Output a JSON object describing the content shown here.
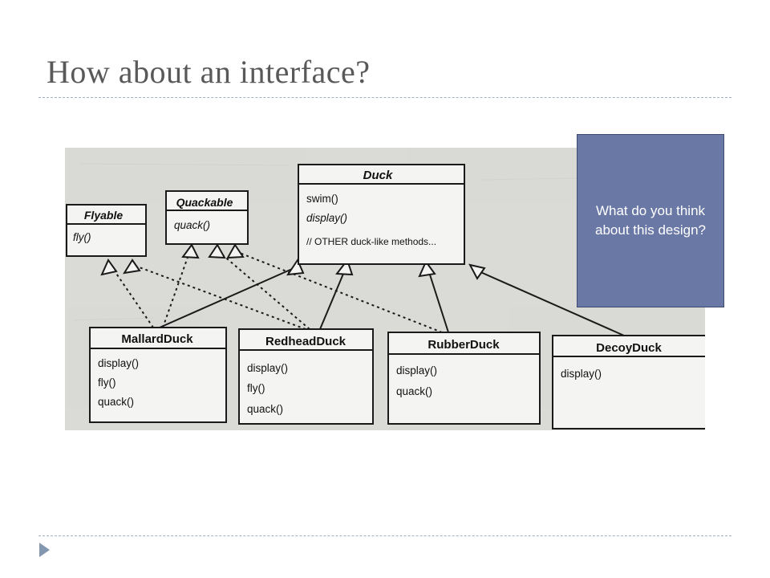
{
  "slide": {
    "title": "How about an interface?",
    "callout": "What do you think about this design?"
  },
  "diagram": {
    "classes": [
      {
        "id": "duck",
        "name": "Duck",
        "italic": true,
        "members": [
          "swim()",
          "display()",
          "// OTHER duck-like methods..."
        ],
        "italic_members": [
          false,
          true,
          false
        ]
      },
      {
        "id": "flyable",
        "name": "Flyable",
        "italic": true,
        "members": [
          "fly()"
        ],
        "italic_members": [
          true
        ]
      },
      {
        "id": "quackable",
        "name": "Quackable",
        "italic": true,
        "members": [
          "quack()"
        ],
        "italic_members": [
          true
        ]
      },
      {
        "id": "mallard",
        "name": "MallardDuck",
        "italic": false,
        "members": [
          "display()",
          "fly()",
          "quack()"
        ]
      },
      {
        "id": "redhead",
        "name": "RedheadDuck",
        "italic": false,
        "members": [
          "display()",
          "fly()",
          "quack()"
        ]
      },
      {
        "id": "rubber",
        "name": "RubberDuck",
        "italic": false,
        "members": [
          "display()",
          "quack()"
        ]
      },
      {
        "id": "decoy",
        "name": "DecoyDuck",
        "italic": false,
        "members": [
          "display()"
        ]
      }
    ],
    "relations": [
      {
        "from": "mallard",
        "to": "duck",
        "type": "inheritance"
      },
      {
        "from": "redhead",
        "to": "duck",
        "type": "inheritance"
      },
      {
        "from": "rubber",
        "to": "duck",
        "type": "inheritance"
      },
      {
        "from": "decoy",
        "to": "duck",
        "type": "inheritance"
      },
      {
        "from": "mallard",
        "to": "flyable",
        "type": "implements"
      },
      {
        "from": "mallard",
        "to": "quackable",
        "type": "implements"
      },
      {
        "from": "redhead",
        "to": "flyable",
        "type": "implements"
      },
      {
        "from": "redhead",
        "to": "quackable",
        "type": "implements"
      },
      {
        "from": "rubber",
        "to": "quackable",
        "type": "implements"
      }
    ]
  }
}
